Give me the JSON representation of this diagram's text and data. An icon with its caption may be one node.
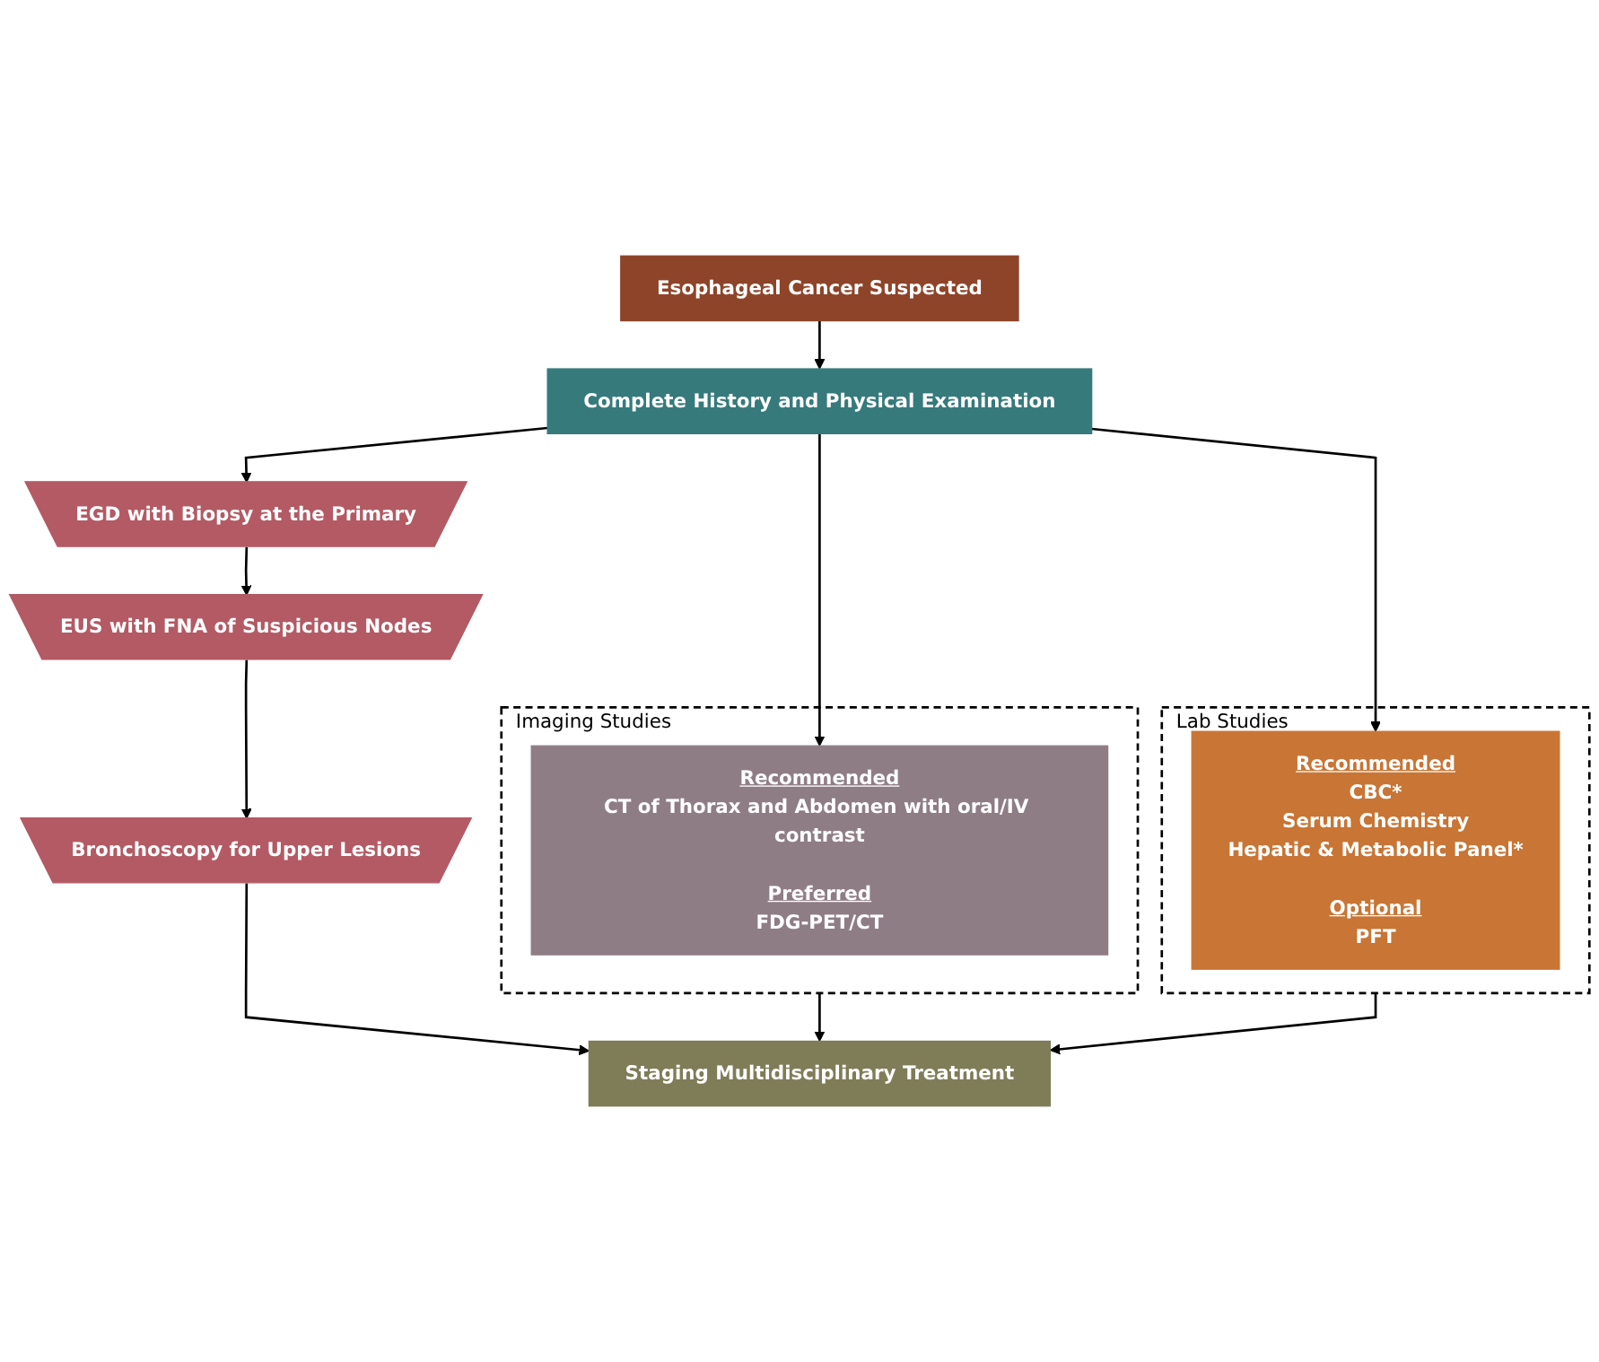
{
  "diagram": {
    "nodes": [
      {
        "text": [
          "Esophageal Cancer Suspected"
        ]
      },
      {
        "text": [
          "Complete History and Physical Examination"
        ]
      },
      {
        "text": [
          "Imaging Studies"
        ]
      },
      {
        "text": [
          "Recommended",
          "CT of Thorax and Abdomen with oral/IV contrast",
          "Preferred",
          "FDG-PET/CT"
        ],
        "in": 2
      },
      {
        "text": [
          "Lab Studies"
        ]
      },
      {
        "text": [
          "Recommended",
          "CBC*",
          "Serum Chemistry",
          "Hepatic & Metabolic Panel*",
          "Optional",
          "PFT"
        ],
        "in": 4
      },
      {
        "text": [
          "EGD with Biopsy at the Primary"
        ]
      },
      {
        "text": [
          "EUS with FNA of Suspicious Nodes"
        ]
      },
      {
        "text": [
          "Bronchoscopy for Upper Lesions"
        ]
      },
      {
        "text": [
          "Staging Multidisciplinary Treatment"
        ]
      }
    ],
    "edges": [
      {
        "from": 0,
        "to": 1,
        "arrow": "to"
      },
      {
        "from": 1,
        "to": 3,
        "arrow": "to"
      },
      {
        "from": 1,
        "to": 5,
        "arrow": "to"
      },
      {
        "from": 1,
        "to": 6,
        "arrow": "to"
      },
      {
        "from": 6,
        "to": 7,
        "arrow": "to"
      },
      {
        "from": 7,
        "to": 8,
        "arrow": "to"
      },
      {
        "from": 2,
        "to": 9,
        "arrow": "to"
      },
      {
        "from": 4,
        "to": 9,
        "arrow": "to"
      },
      {
        "from": 8,
        "to": 9,
        "arrow": "to"
      }
    ]
  }
}
